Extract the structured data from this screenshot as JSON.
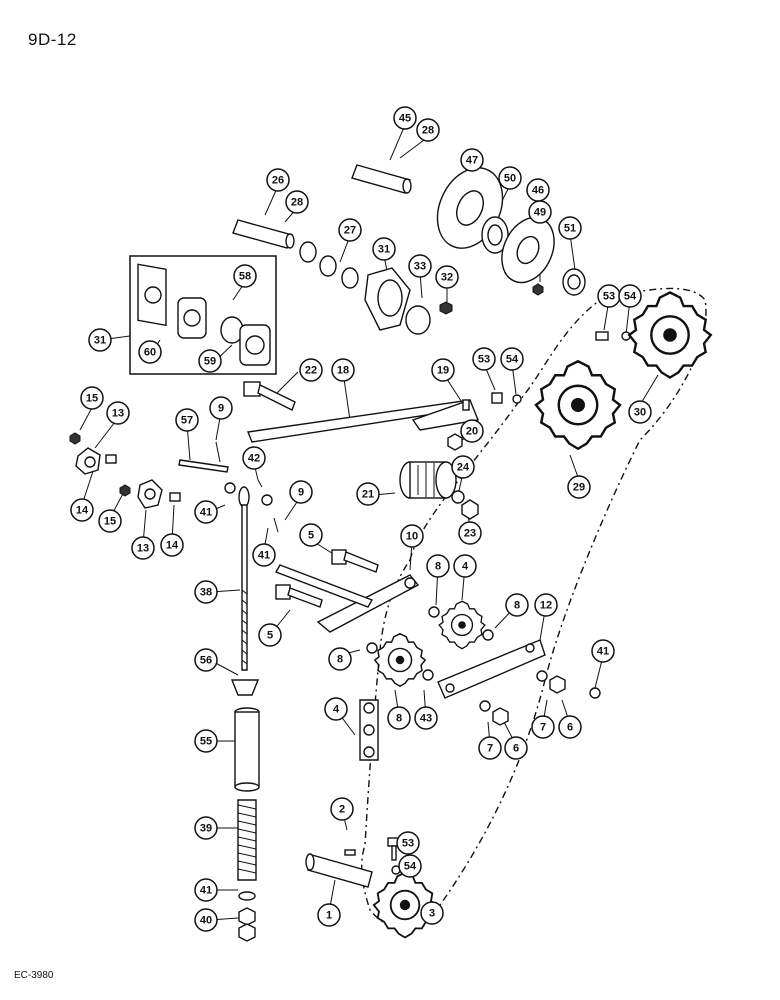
{
  "header": {
    "page_ref": "9D-12"
  },
  "footer": {
    "code": "EC-3980"
  },
  "callouts": [
    {
      "id": "45"
    },
    {
      "id": "28"
    },
    {
      "id": "47"
    },
    {
      "id": "50"
    },
    {
      "id": "46"
    },
    {
      "id": "49"
    },
    {
      "id": "51"
    },
    {
      "id": "26"
    },
    {
      "id": "28"
    },
    {
      "id": "27"
    },
    {
      "id": "31"
    },
    {
      "id": "33"
    },
    {
      "id": "32"
    },
    {
      "id": "58"
    },
    {
      "id": "31"
    },
    {
      "id": "60"
    },
    {
      "id": "59"
    },
    {
      "id": "53"
    },
    {
      "id": "54"
    },
    {
      "id": "30"
    },
    {
      "id": "22"
    },
    {
      "id": "18"
    },
    {
      "id": "19"
    },
    {
      "id": "53"
    },
    {
      "id": "54"
    },
    {
      "id": "15"
    },
    {
      "id": "13"
    },
    {
      "id": "57"
    },
    {
      "id": "9"
    },
    {
      "id": "20"
    },
    {
      "id": "29"
    },
    {
      "id": "42"
    },
    {
      "id": "21"
    },
    {
      "id": "24"
    },
    {
      "id": "14"
    },
    {
      "id": "15"
    },
    {
      "id": "13"
    },
    {
      "id": "14"
    },
    {
      "id": "41"
    },
    {
      "id": "9"
    },
    {
      "id": "41"
    },
    {
      "id": "23"
    },
    {
      "id": "5"
    },
    {
      "id": "10"
    },
    {
      "id": "8"
    },
    {
      "id": "4"
    },
    {
      "id": "38"
    },
    {
      "id": "5"
    },
    {
      "id": "8"
    },
    {
      "id": "12"
    },
    {
      "id": "41"
    },
    {
      "id": "56"
    },
    {
      "id": "8"
    },
    {
      "id": "43"
    },
    {
      "id": "4"
    },
    {
      "id": "8"
    },
    {
      "id": "7"
    },
    {
      "id": "6"
    },
    {
      "id": "7"
    },
    {
      "id": "6"
    },
    {
      "id": "55"
    },
    {
      "id": "2"
    },
    {
      "id": "39"
    },
    {
      "id": "53"
    },
    {
      "id": "54"
    },
    {
      "id": "41"
    },
    {
      "id": "40"
    },
    {
      "id": "1"
    },
    {
      "id": "3"
    }
  ]
}
